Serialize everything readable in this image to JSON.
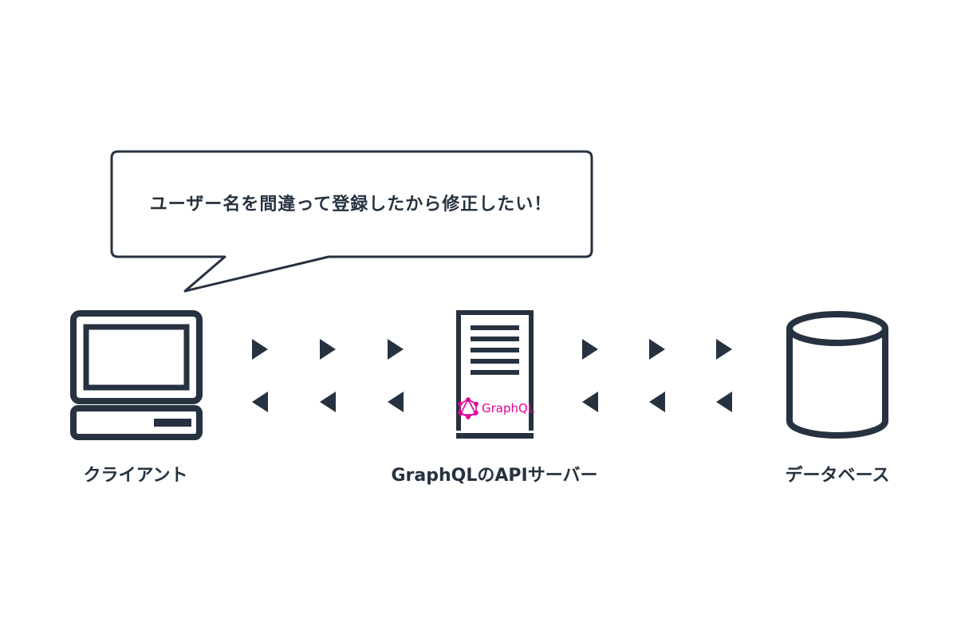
{
  "bubble": {
    "text": "ユーザー名を間違って登録したから修正したい！"
  },
  "nodes": {
    "client": {
      "label": "クライアント",
      "icon": "computer-icon"
    },
    "server": {
      "label": "GraphQLのAPIサーバー",
      "icon": "server-icon",
      "badge": "GraphQL",
      "badge_icon": "graphql-logo-icon"
    },
    "database": {
      "label": "データベース",
      "icon": "database-icon"
    }
  },
  "colors": {
    "ink": "#263240",
    "graphql": "#e10098",
    "background": "#ffffff"
  }
}
